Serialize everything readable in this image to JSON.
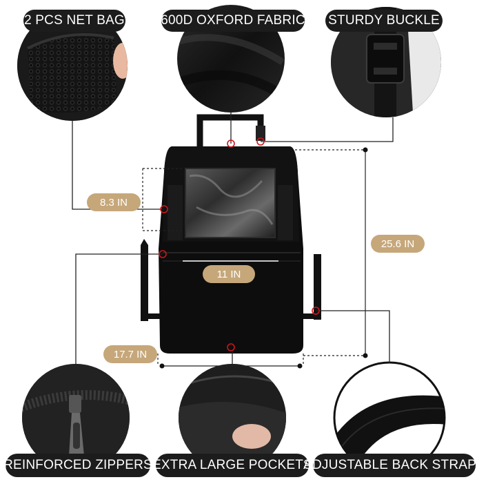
{
  "features": {
    "net_bag": "2 PCS NET BAG",
    "fabric": "600D OXFORD FABRIC",
    "buckle": "STURDY BUCKLE",
    "zippers": "REINFORCED ZIPPERS",
    "pockets": "EXTRA LARGE POCKETS",
    "straps": "ADJUSTABLE BACK STRAPS"
  },
  "dimensions": {
    "tablet_height": "8.3 IN",
    "pocket_width": "11 IN",
    "total_height": "25.6 IN",
    "total_width": "17.7 IN"
  },
  "colors": {
    "label_bg": "#1c1c1c",
    "dimension_bg": "#c6a77a",
    "highlight_ring": "#d0141b",
    "product": "#0d0d0d"
  }
}
